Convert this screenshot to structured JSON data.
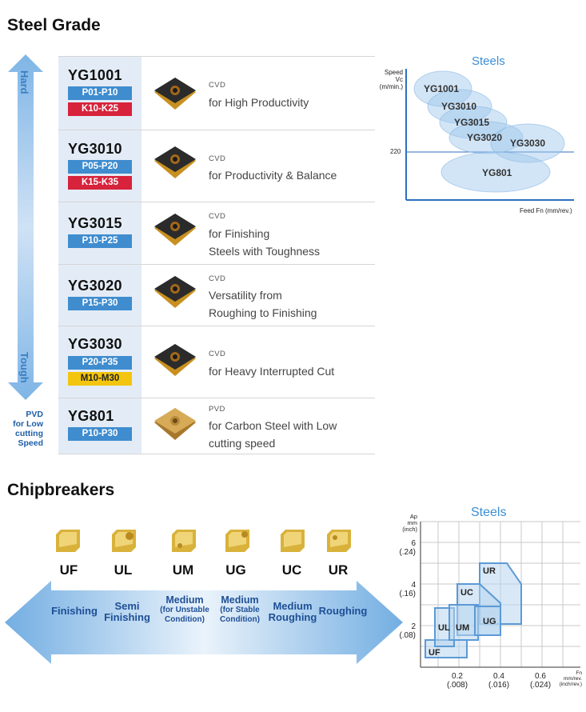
{
  "steel_grade": {
    "title": "Steel Grade",
    "hard_label": "Hard",
    "tough_label": "Tough",
    "pvd_label": [
      "PVD",
      "for Low",
      "cutting",
      "Speed"
    ],
    "grades": [
      {
        "name": "YG1001",
        "badges": [
          {
            "text": "P01-P10",
            "type": "p"
          },
          {
            "text": "K10-K25",
            "type": "k"
          }
        ],
        "coating": "CVD",
        "desc": [
          "for High Productivity"
        ]
      },
      {
        "name": "YG3010",
        "badges": [
          {
            "text": "P05-P20",
            "type": "p"
          },
          {
            "text": "K15-K35",
            "type": "k"
          }
        ],
        "coating": "CVD",
        "desc": [
          "for Productivity & Balance"
        ]
      },
      {
        "name": "YG3015",
        "badges": [
          {
            "text": "P10-P25",
            "type": "p"
          }
        ],
        "coating": "CVD",
        "desc": [
          "for Finishing",
          "Steels with Toughness"
        ]
      },
      {
        "name": "YG3020",
        "badges": [
          {
            "text": "P15-P30",
            "type": "p"
          }
        ],
        "coating": "CVD",
        "desc": [
          "Versatility from",
          "Roughing to Finishing"
        ]
      },
      {
        "name": "YG3030",
        "badges": [
          {
            "text": "P20-P35",
            "type": "p"
          },
          {
            "text": "M10-M30",
            "type": "m"
          }
        ],
        "coating": "CVD",
        "desc": [
          "for Heavy Interrupted Cut"
        ]
      },
      {
        "name": "YG801",
        "badges": [
          {
            "text": "P10-P30",
            "type": "p"
          }
        ],
        "coating": "PVD",
        "desc": [
          "for Carbon Steel with Low",
          "cutting speed"
        ]
      }
    ]
  },
  "steel_chart": {
    "title": "Steels",
    "ylabel": [
      "Speed",
      "Vc",
      "(m/min.)"
    ],
    "xlabel": "Feed  Fn (mm/rev.)",
    "ref_value": "220",
    "ellipses": [
      "YG1001",
      "YG3010",
      "YG3015",
      "YG3020",
      "YG3030",
      "YG801"
    ]
  },
  "chipbreakers": {
    "title": "Chipbreakers",
    "codes": [
      "UF",
      "UL",
      "UM",
      "UG",
      "UC",
      "UR"
    ],
    "arrow_labels": [
      {
        "lines": [
          "Finishing"
        ]
      },
      {
        "lines": [
          "Semi",
          "Finishing"
        ]
      },
      {
        "lines": [
          "Medium",
          "(for Unstable",
          "Condition)"
        ]
      },
      {
        "lines": [
          "Medium",
          "(for Stable",
          "Condition)"
        ]
      },
      {
        "lines": [
          "Medium",
          "Roughing"
        ]
      },
      {
        "lines": [
          "Roughing"
        ]
      }
    ]
  },
  "chip_chart": {
    "title": "Steels",
    "ylabel": [
      "Ap",
      "mm",
      "(inch)"
    ],
    "xlabel": [
      "Fn",
      "mm/rev.",
      "(inch/rev.)"
    ],
    "yticks": [
      {
        "v": "6",
        "i": "(.24)"
      },
      {
        "v": "4",
        "i": "(.16)"
      },
      {
        "v": "2",
        "i": "(.08)"
      }
    ],
    "xticks": [
      {
        "v": "0.2",
        "i": "(.008)"
      },
      {
        "v": "0.4",
        "i": "(.016)"
      },
      {
        "v": "0.6",
        "i": "(.024)"
      }
    ],
    "regions": [
      "UF",
      "UL",
      "UM",
      "UG",
      "UC",
      "UR"
    ]
  }
}
